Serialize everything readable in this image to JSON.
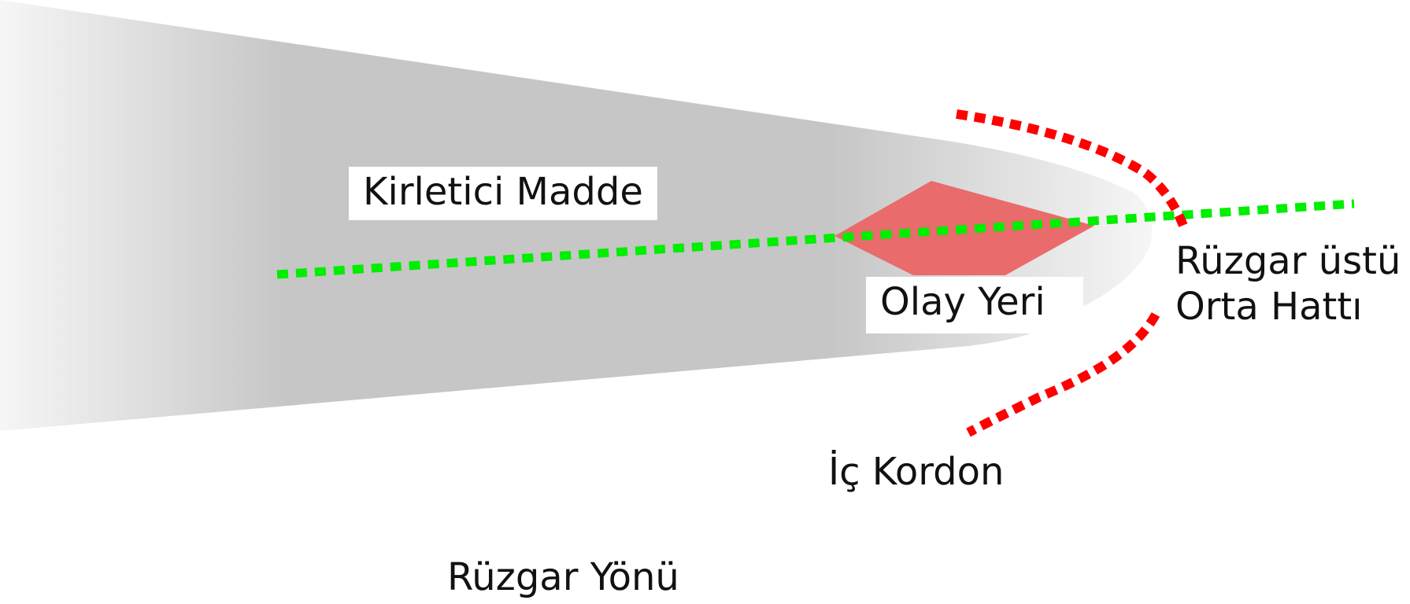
{
  "labels": {
    "pollutant": "Kirletici Madde",
    "incident_site": "Olay Yeri",
    "upwind_line_1": "Rüzgar üstü",
    "upwind_line_2": "Orta Hattı",
    "inner_cordon": "İç Kordon",
    "wind_direction": "Rüzgar Yönü"
  },
  "colors": {
    "plume_dark": "#c6c6c6",
    "plume_light": "#f6f6f6",
    "incident_site": "#e96b6b",
    "upwind_centerline": "#00ee00",
    "inner_cordon": "#ff0000"
  }
}
